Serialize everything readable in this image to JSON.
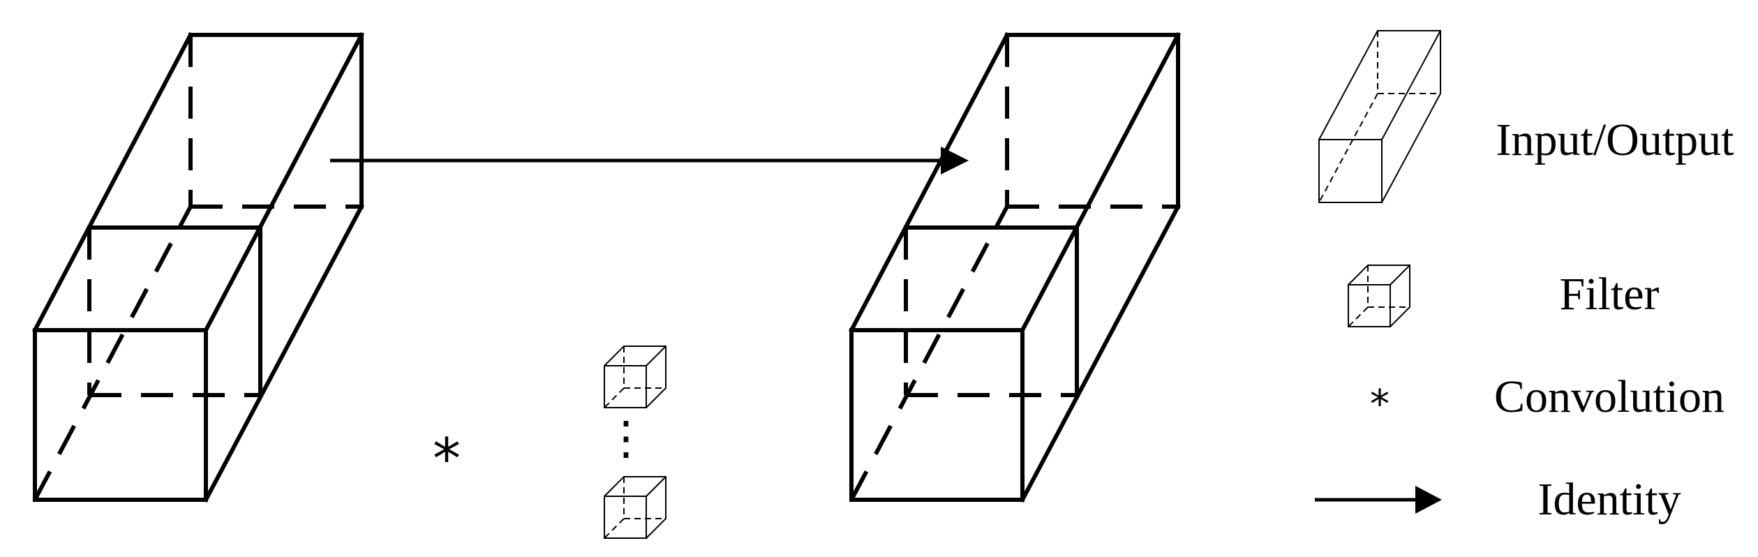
{
  "legend": {
    "input_output": "Input/Output",
    "filter": "Filter",
    "convolution_symbol": "*",
    "convolution": "Convolution",
    "identity": "Identity"
  },
  "diagram": {
    "operator_symbol": "*",
    "ellipsis": "⋮"
  }
}
